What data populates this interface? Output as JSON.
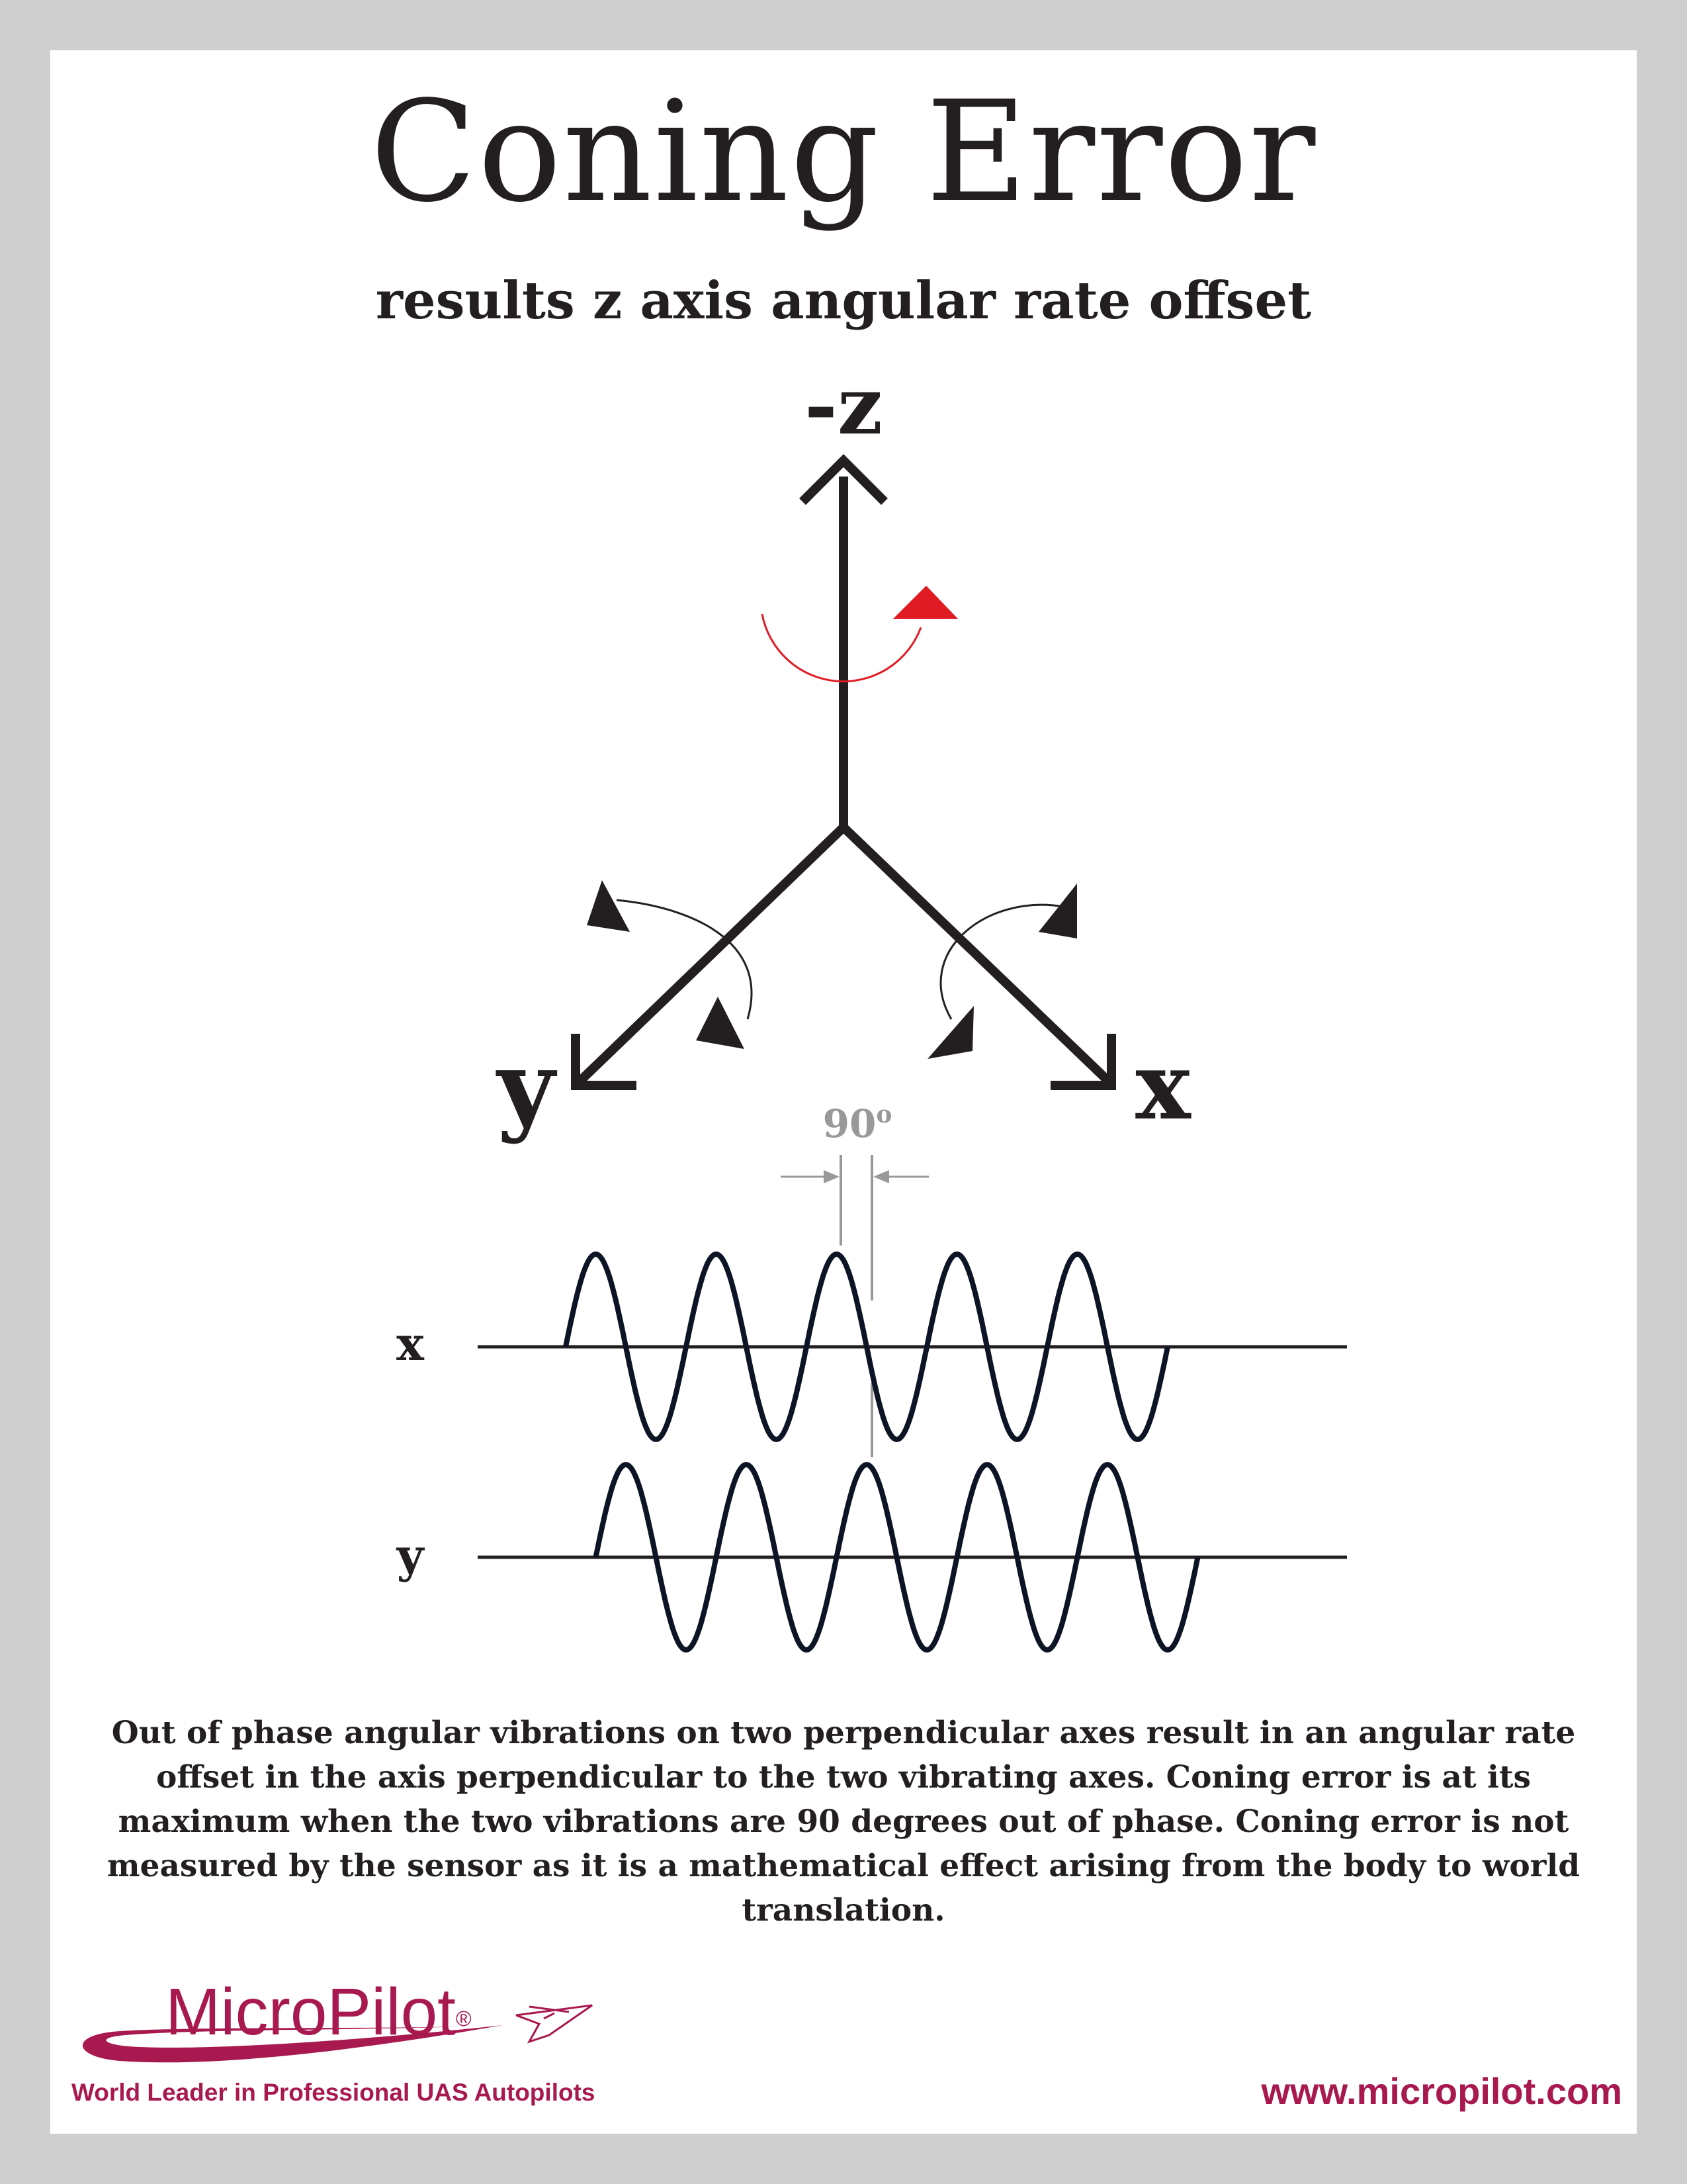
{
  "title": "Coning Error",
  "subtitle": "results z axis angular rate offset",
  "axes": {
    "z_label": "-z",
    "y_label": "y",
    "x_label": "x"
  },
  "phase": {
    "label": "90",
    "degree_symbol": "o"
  },
  "waves": {
    "x_label": "x",
    "y_label": "y",
    "phase_offset_degrees": 90,
    "cycles": 5
  },
  "description": "Out of phase angular vibrations on two perpendicular axes result in an angular rate offset in the axis perpendicular to the two vibrating axes. Coning error is at its maximum when the two vibrations are 90 degrees out of phase. Coning error is not measured by the sensor as it is a mathematical effect arising from the body to world translation.",
  "footer": {
    "brand": "MicroPilot",
    "registered": "®",
    "tagline": "World Leader in Professional UAS Autopilots",
    "website": "www.micropilot.com"
  },
  "colors": {
    "text": "#231f20",
    "axis": "#231f20",
    "rotation_arrow": "#e01b24",
    "wave": "#0d1426",
    "phase_marker": "#999999",
    "brand": "#a8194f",
    "background": "#cfcfcf",
    "sheet": "#ffffff"
  },
  "icons": {
    "logo_swoosh": "swoosh-icon",
    "logo_plane": "plane-outline-icon"
  }
}
